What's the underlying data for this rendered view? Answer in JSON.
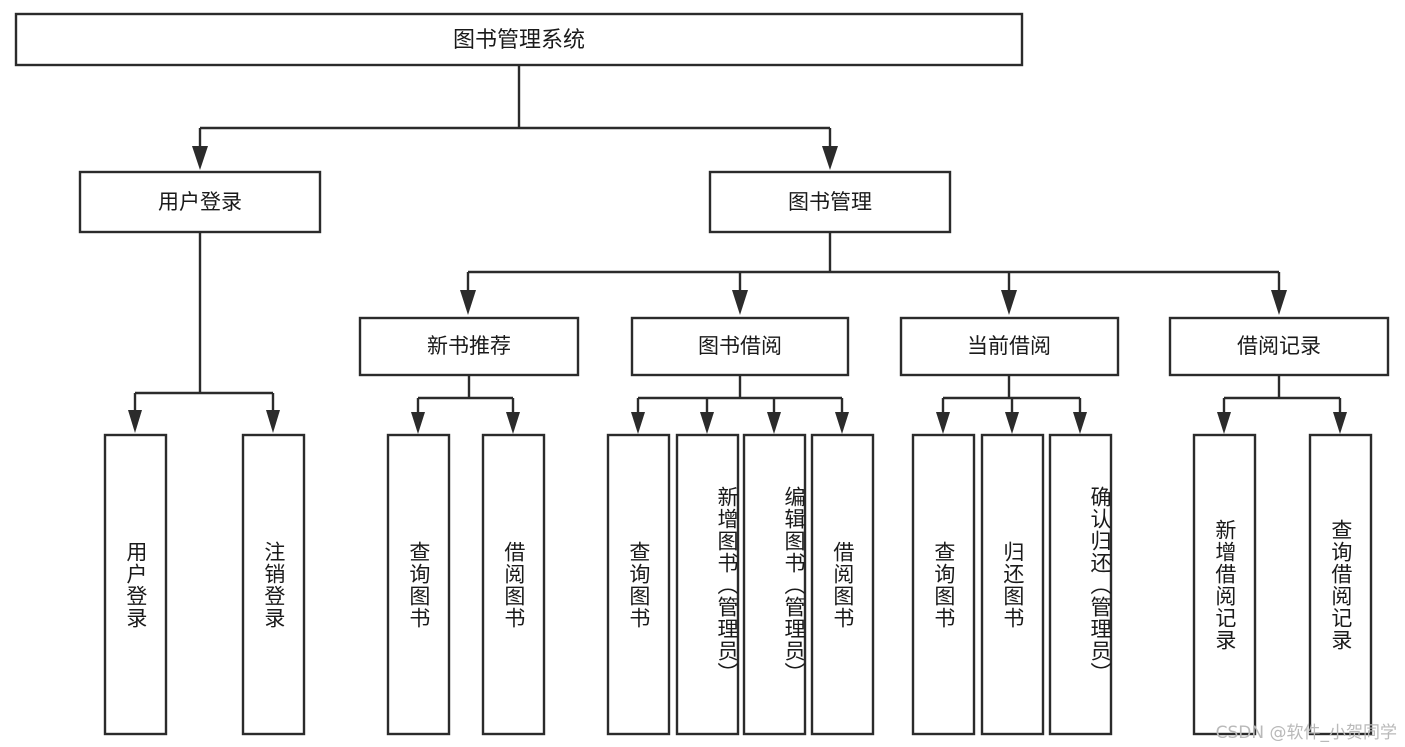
{
  "diagram": {
    "type": "tree",
    "title": "图书管理系统",
    "watermark": "CSDN @软件_小贺同学",
    "root": {
      "id": "root",
      "label": "图书管理系统",
      "orientation": "horizontal"
    },
    "level2": [
      {
        "id": "user-login",
        "label": "用户登录",
        "orientation": "horizontal"
      },
      {
        "id": "book-manage",
        "label": "图书管理",
        "orientation": "horizontal"
      }
    ],
    "level3": [
      {
        "id": "new-book-recommend",
        "label": "新书推荐",
        "orientation": "horizontal",
        "parent": "book-manage"
      },
      {
        "id": "book-borrow",
        "label": "图书借阅",
        "orientation": "horizontal",
        "parent": "book-manage"
      },
      {
        "id": "current-borrow",
        "label": "当前借阅",
        "orientation": "horizontal",
        "parent": "book-manage"
      },
      {
        "id": "borrow-record",
        "label": "借阅记录",
        "orientation": "horizontal",
        "parent": "book-manage"
      }
    ],
    "leaves": [
      {
        "id": "leaf-user-login",
        "label": "用户登录",
        "orientation": "vertical",
        "parent": "user-login"
      },
      {
        "id": "leaf-logout",
        "label": "注销登录",
        "orientation": "vertical",
        "parent": "user-login"
      },
      {
        "id": "leaf-query-book-1",
        "label": "查询图书",
        "orientation": "vertical",
        "parent": "new-book-recommend"
      },
      {
        "id": "leaf-borrow-book-1",
        "label": "借阅图书",
        "orientation": "vertical",
        "parent": "new-book-recommend"
      },
      {
        "id": "leaf-query-book-2",
        "label": "查询图书",
        "orientation": "vertical",
        "parent": "book-borrow"
      },
      {
        "id": "leaf-add-book",
        "label": "新增图书（管理员）",
        "orientation": "vertical",
        "parent": "book-borrow"
      },
      {
        "id": "leaf-edit-book",
        "label": "编辑图书（管理员）",
        "orientation": "vertical",
        "parent": "book-borrow"
      },
      {
        "id": "leaf-borrow-book-2",
        "label": "借阅图书",
        "orientation": "vertical",
        "parent": "book-borrow"
      },
      {
        "id": "leaf-query-book-3",
        "label": "查询图书",
        "orientation": "vertical",
        "parent": "current-borrow"
      },
      {
        "id": "leaf-return-book",
        "label": "归还图书",
        "orientation": "vertical",
        "parent": "current-borrow"
      },
      {
        "id": "leaf-confirm-return",
        "label": "确认归还（管理员）",
        "orientation": "vertical",
        "parent": "current-borrow"
      },
      {
        "id": "leaf-add-record",
        "label": "新增借阅记录",
        "orientation": "vertical",
        "parent": "borrow-record"
      },
      {
        "id": "leaf-query-record",
        "label": "查询借阅记录",
        "orientation": "vertical",
        "parent": "borrow-record"
      }
    ],
    "colors": {
      "stroke": "#2b2b2b",
      "box_fill": "#ffffff",
      "text": "#1a1a1a",
      "background": "#ffffff",
      "watermark": "#b9b9b9"
    }
  }
}
